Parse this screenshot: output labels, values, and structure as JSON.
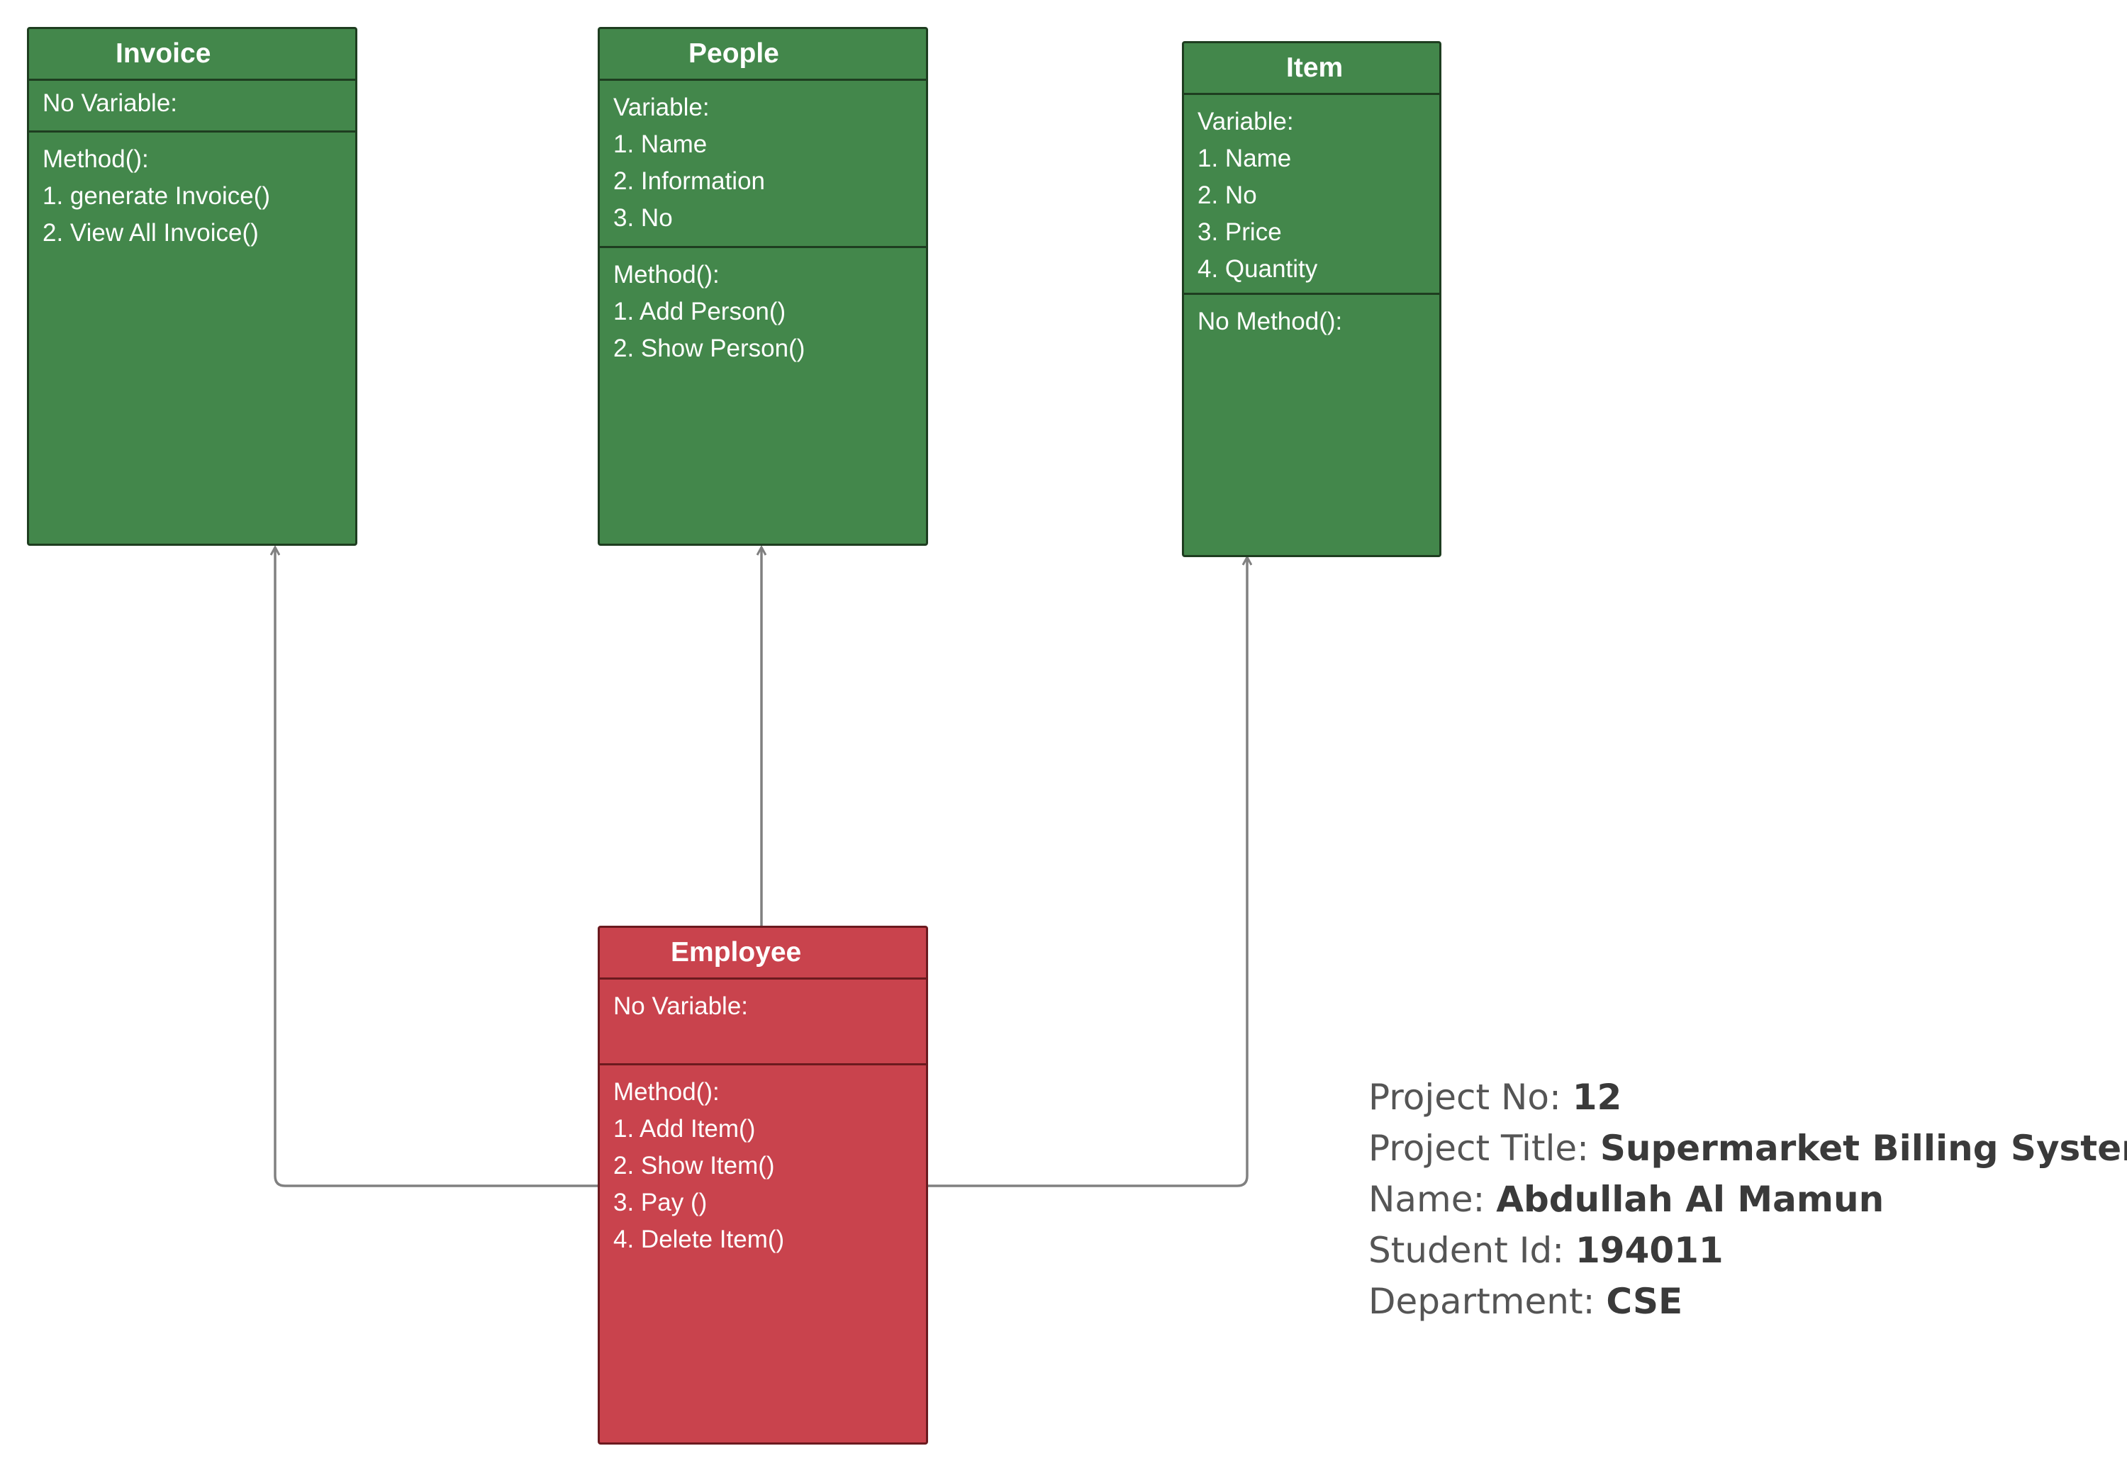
{
  "colors": {
    "class_green": "#43874b",
    "class_red": "#c9434d",
    "connector": "#808080"
  },
  "classes": {
    "invoice": {
      "title": "Invoice",
      "variables": [
        "No Variable:"
      ],
      "methods": [
        "Method():",
        "1. generate Invoice()",
        "2. View All Invoice()"
      ]
    },
    "people": {
      "title": "People",
      "variables": [
        "Variable:",
        "1. Name",
        "2. Information",
        "3. No"
      ],
      "methods": [
        "Method():",
        "1. Add Person()",
        "2. Show Person()"
      ]
    },
    "item": {
      "title": "Item",
      "variables": [
        "Variable:",
        "1. Name",
        "2. No",
        "3. Price",
        "4. Quantity"
      ],
      "methods": [
        "No Method():"
      ]
    },
    "employee": {
      "title": "Employee",
      "variables": [
        "No Variable:"
      ],
      "methods": [
        "Method():",
        "1. Add Item()",
        "2. Show Item()",
        "3. Pay ()",
        "4. Delete Item()"
      ]
    }
  },
  "relations": [
    {
      "from": "Employee",
      "to": "Invoice"
    },
    {
      "from": "Employee",
      "to": "People"
    },
    {
      "from": "Employee",
      "to": "Item"
    }
  ],
  "project_info": {
    "project_no_label": "Project No:",
    "project_no": "12",
    "title_label": "Project Title:",
    "title": "Supermarket Billing System",
    "name_label": "Name:",
    "name": "Abdullah Al Mamun",
    "student_id_label": "Student Id:",
    "student_id": "194011",
    "department_label": "Department:",
    "department": "CSE"
  }
}
